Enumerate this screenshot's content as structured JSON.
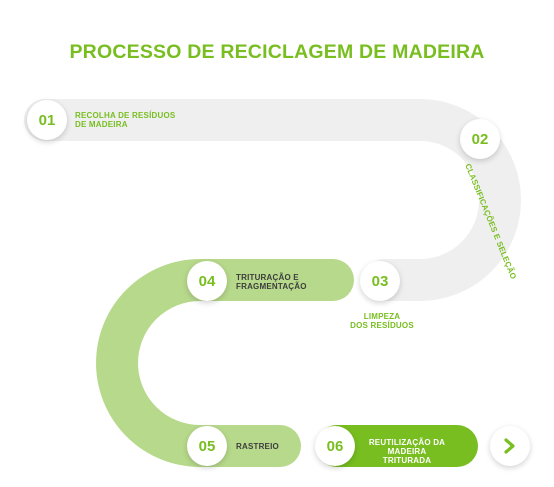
{
  "title": "PROCESSO DE RECICLAGEM DE MADEIRA",
  "colors": {
    "accent": "#78be20",
    "track_gray": "#efefef",
    "track_light_green": "#b7d98b",
    "track_dark_green": "#78be20"
  },
  "steps": [
    {
      "number": "01",
      "label_line1": "RECOLHA DE RESÍDUOS",
      "label_line2": "DE MADEIRA"
    },
    {
      "number": "02",
      "label": "CLASSIFICAÇÕES E SELEÇÃO"
    },
    {
      "number": "03",
      "label_line1": "LIMPEZA",
      "label_line2": "DOS RESÍDUOS"
    },
    {
      "number": "04",
      "label_line1": "TRITURAÇÃO E",
      "label_line2": "FRAGMENTAÇÃO"
    },
    {
      "number": "05",
      "label": "RASTREIO"
    },
    {
      "number": "06",
      "label_line1": "REUTILIZAÇÃO DA",
      "label_line2": "MADEIRA TRITURADA"
    }
  ],
  "next_icon": "chevron-right-icon"
}
